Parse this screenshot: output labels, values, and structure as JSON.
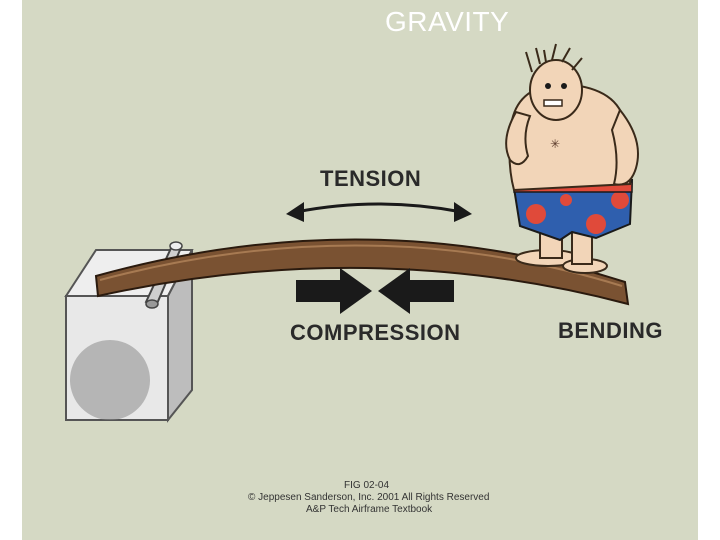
{
  "title": "GRAVITY",
  "labels": {
    "tension": "TENSION",
    "compression": "COMPRESSION",
    "bending": "BENDING"
  },
  "caption": {
    "fig": "FIG 02-04",
    "copyright": "© Jeppesen Sanderson, Inc. 2001 All Rights Reserved",
    "book": "A&P Tech Airframe Textbook"
  },
  "colors": {
    "background": "#d5d9c4",
    "plank": "#7a5232",
    "shorts_blue": "#2f5fae",
    "shorts_dots": "#e04a3a",
    "skin": "#f2d5b8"
  }
}
